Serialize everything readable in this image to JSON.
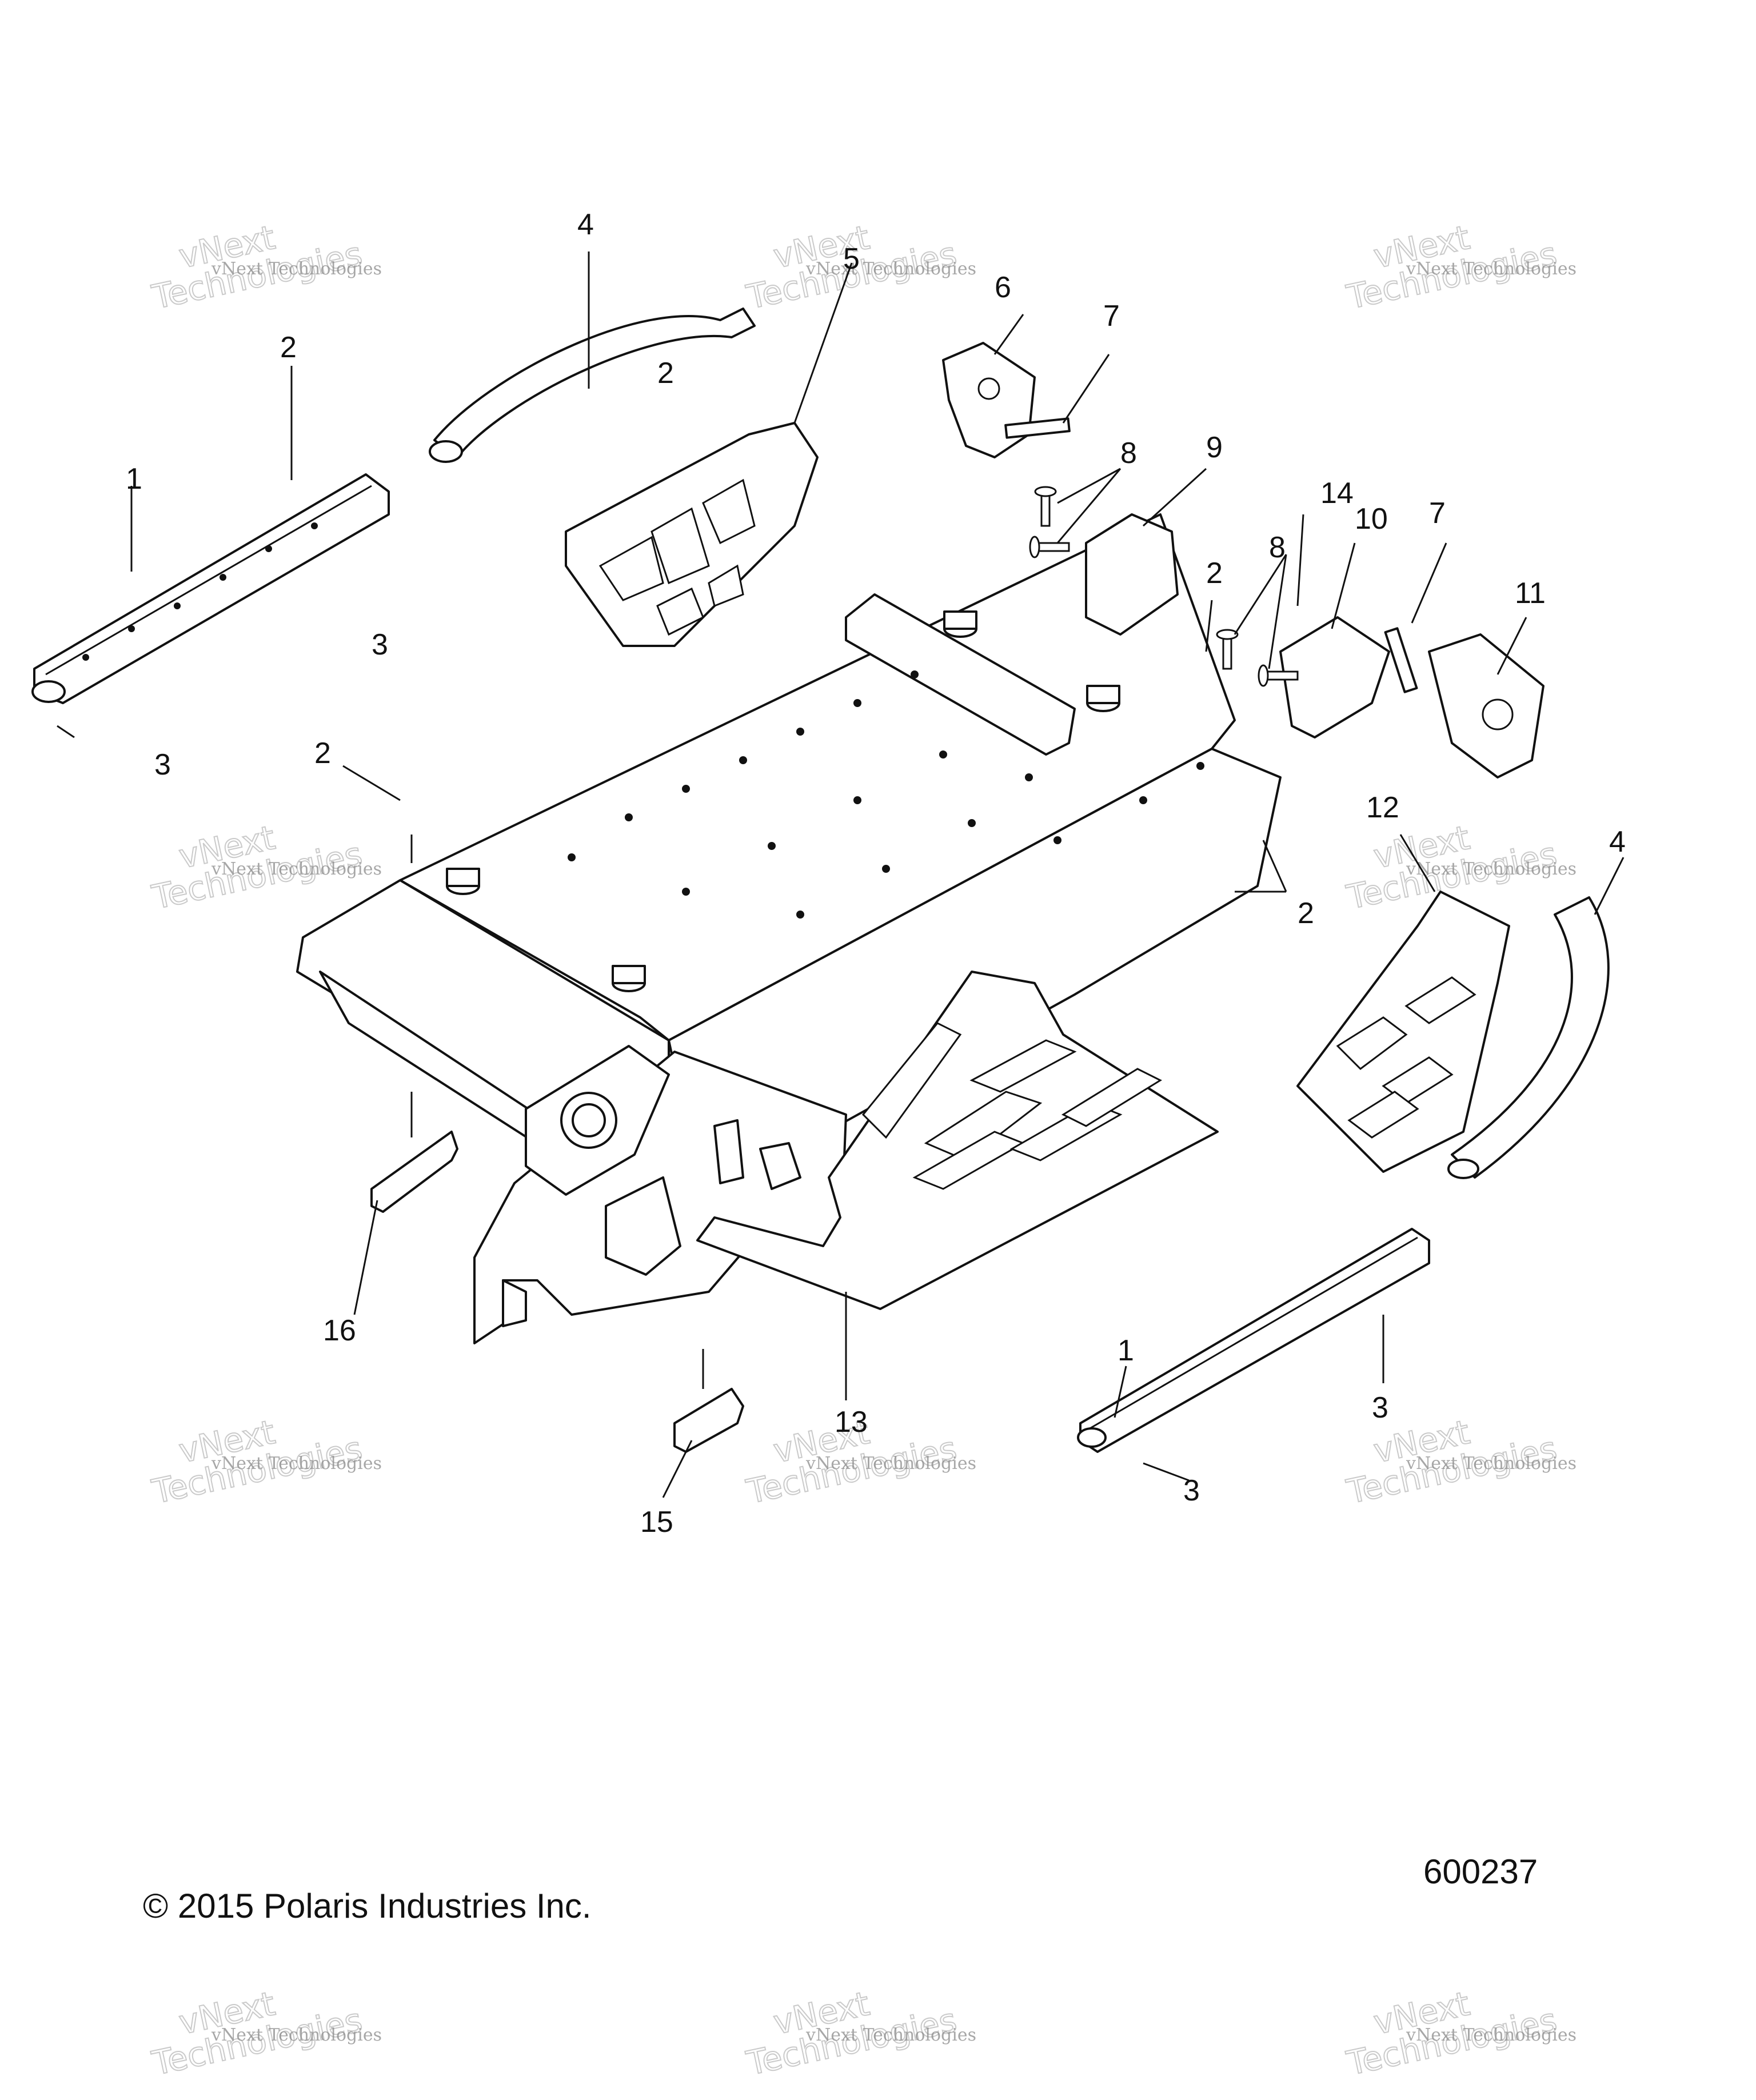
{
  "copyright": "© 2015 Polaris Industries Inc.",
  "diagram_number": "600237",
  "watermark": {
    "line1": "vNext Technologies",
    "line2": "vNext",
    "line3": "Technologies"
  },
  "callouts": [
    "1",
    "2",
    "3",
    "4",
    "5",
    "6",
    "7",
    "8",
    "9",
    "10",
    "11",
    "12",
    "13",
    "14",
    "15",
    "16"
  ]
}
